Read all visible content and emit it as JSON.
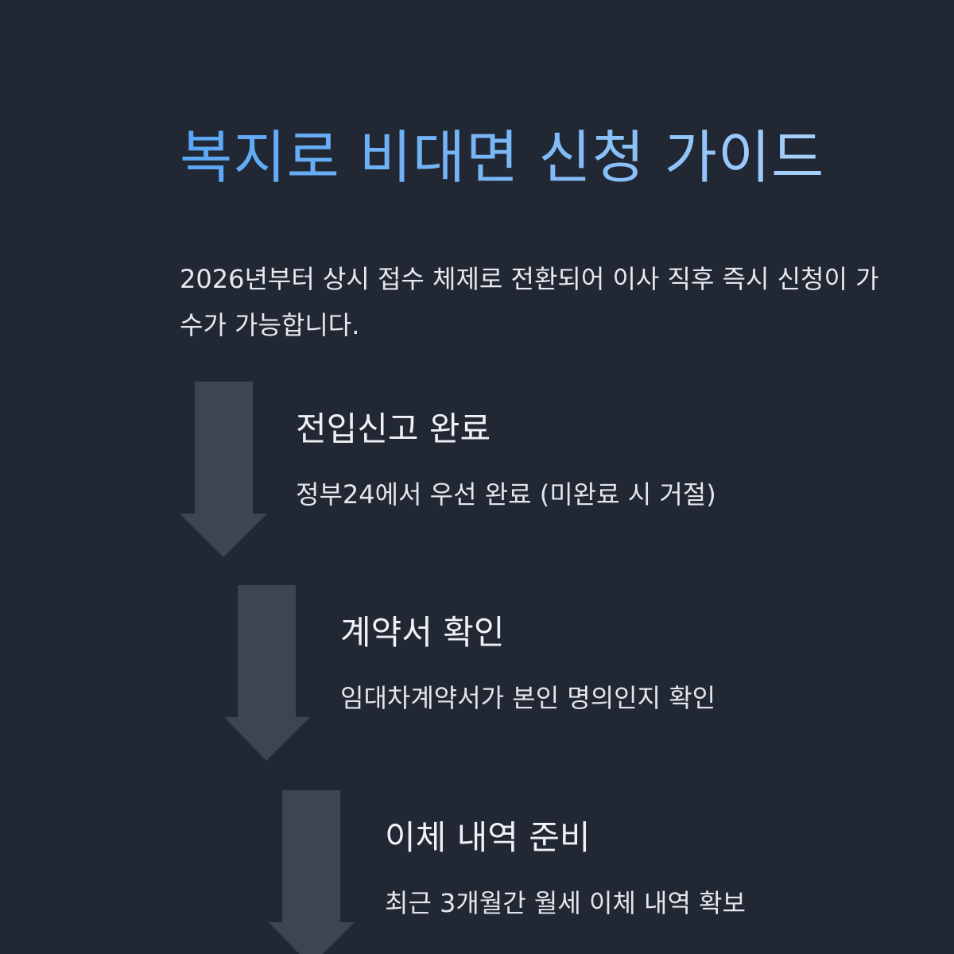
{
  "title": "복지로 비대면 신청 가이드",
  "intro": {
    "line1": "2026년부터 상시 접수 체제로 전환되어 이사 직후 즉시 신청이 가",
    "line2": "수가 가능합니다."
  },
  "steps": [
    {
      "title": "전입신고 완료",
      "desc": "정부24에서 우선 완료 (미완료 시 거절)"
    },
    {
      "title": "계약서 확인",
      "desc": "임대차계약서가 본인 명의인지 확인"
    },
    {
      "title": "이체 내역 준비",
      "desc": "최근 3개월간 월세 이체 내역 확보"
    }
  ],
  "colors": {
    "background": "#212733",
    "arrow": "#3e4450",
    "title_start": "#5aa6f5",
    "title_end": "#a6d0fb"
  }
}
